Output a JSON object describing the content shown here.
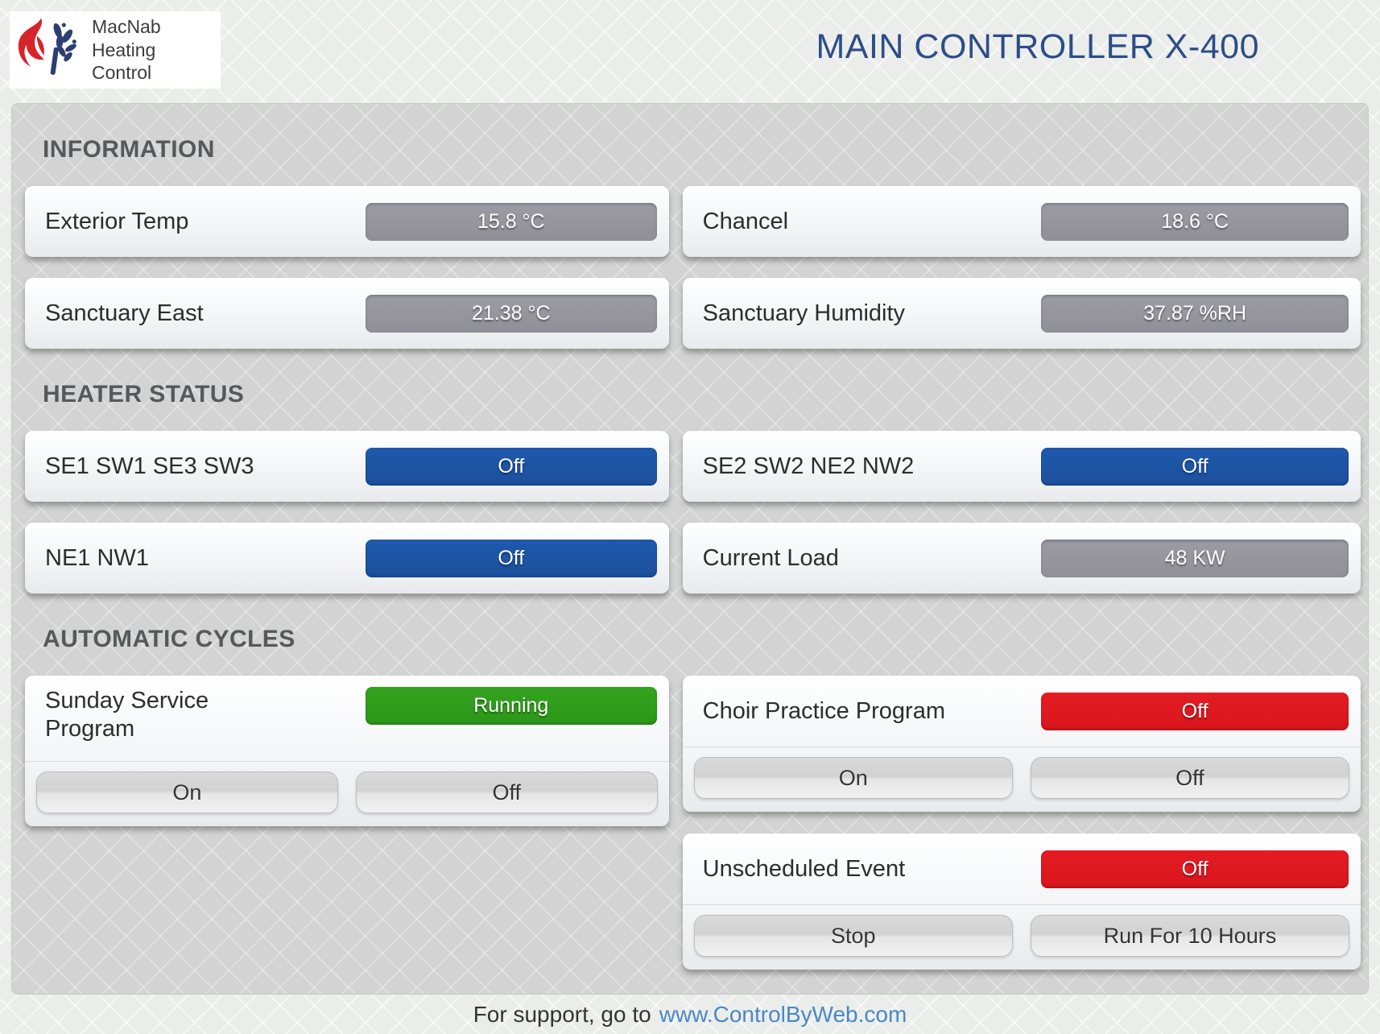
{
  "header": {
    "logo_line1": "MacNab",
    "logo_line2": "Heating Control",
    "title": "MAIN CONTROLLER X-400"
  },
  "information": {
    "title": "INFORMATION",
    "rows": [
      {
        "label": "Exterior Temp",
        "value": "15.8 °C"
      },
      {
        "label": "Chancel",
        "value": "18.6 °C"
      },
      {
        "label": "Sanctuary East",
        "value": "21.38 °C"
      },
      {
        "label": "Sanctuary Humidity",
        "value": "37.87 %RH"
      }
    ]
  },
  "heater_status": {
    "title": "HEATER STATUS",
    "rows": [
      {
        "label": "SE1 SW1 SE3 SW3",
        "value": "Off",
        "color": "blue"
      },
      {
        "label": "SE2 SW2 NE2 NW2",
        "value": "Off",
        "color": "blue"
      },
      {
        "label": "NE1 NW1",
        "value": "Off",
        "color": "blue"
      },
      {
        "label": "Current Load",
        "value": "48 KW",
        "color": "gray"
      }
    ]
  },
  "automatic_cycles": {
    "title": "AUTOMATIC CYCLES",
    "sunday": {
      "label": "Sunday Service Program",
      "status": "Running",
      "status_color": "green",
      "buttons": [
        "On",
        "Off"
      ]
    },
    "choir": {
      "label": "Choir Practice Program",
      "status": "Off",
      "status_color": "red",
      "buttons": [
        "On",
        "Off"
      ]
    },
    "unscheduled": {
      "label": "Unscheduled Event",
      "status": "Off",
      "status_color": "red",
      "buttons": [
        "Stop",
        "Run For 10 Hours"
      ]
    }
  },
  "footer": {
    "text": "For support, go to",
    "link_label": "www.ControlByWeb.com"
  },
  "colors": {
    "title_blue": "#2d4d87",
    "pill_blue": "#1d55a7",
    "pill_green": "#309e1c",
    "pill_red": "#e0191f",
    "pill_gray": "#95949c",
    "link_blue": "#4a87c3"
  }
}
